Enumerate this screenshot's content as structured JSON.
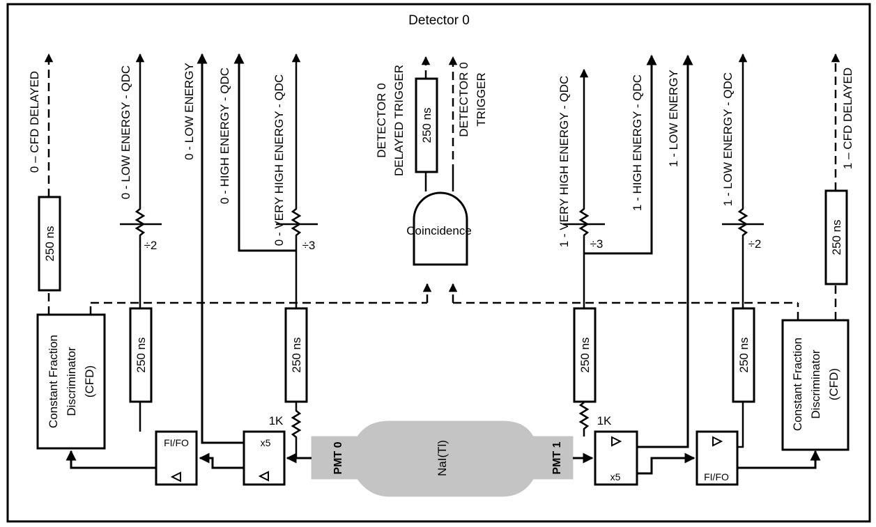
{
  "title": "Detector 0",
  "crystal": {
    "label": "NaI(Tl)",
    "pmt_left": "PMT 0",
    "pmt_right": "PMT 1"
  },
  "coincidence": {
    "label": "Coincidence"
  },
  "delay_label": "250 ns",
  "resistor_label": "1K",
  "dividers": {
    "div2": "÷2",
    "div3": "÷3"
  },
  "cfd": {
    "line1": "Constant Fraction",
    "line2": "Discriminator",
    "line3": "(CFD)"
  },
  "modules": {
    "fifo": "FI/FO",
    "amp": "x5"
  },
  "outputs": {
    "cfd_delayed_0": "0 – CFD DELAYED",
    "low_energy_qdc_0": "0 - LOW ENERGY - QDC",
    "low_energy_0": "0 - LOW ENERGY",
    "high_energy_qdc_0": "0 - HIGH ENERGY - QDC",
    "very_high_energy_qdc_0": "0 - VERY HIGH ENERGY - QDC",
    "delayed_trigger_line1": "DETECTOR 0",
    "delayed_trigger_line2": "DELAYED TRIGGER",
    "trigger_line1": "DETECTOR 0",
    "trigger_line2": "TRIGGER",
    "very_high_energy_qdc_1": "1 - VERY HIGH ENERGY - QDC",
    "high_energy_qdc_1": "1 - HIGH ENERGY - QDC",
    "low_energy_1": "1 - LOW ENERGY",
    "low_energy_qdc_1": "1 - LOW ENERGY - QDC",
    "cfd_delayed_1": "1 – CFD DELAYED"
  }
}
